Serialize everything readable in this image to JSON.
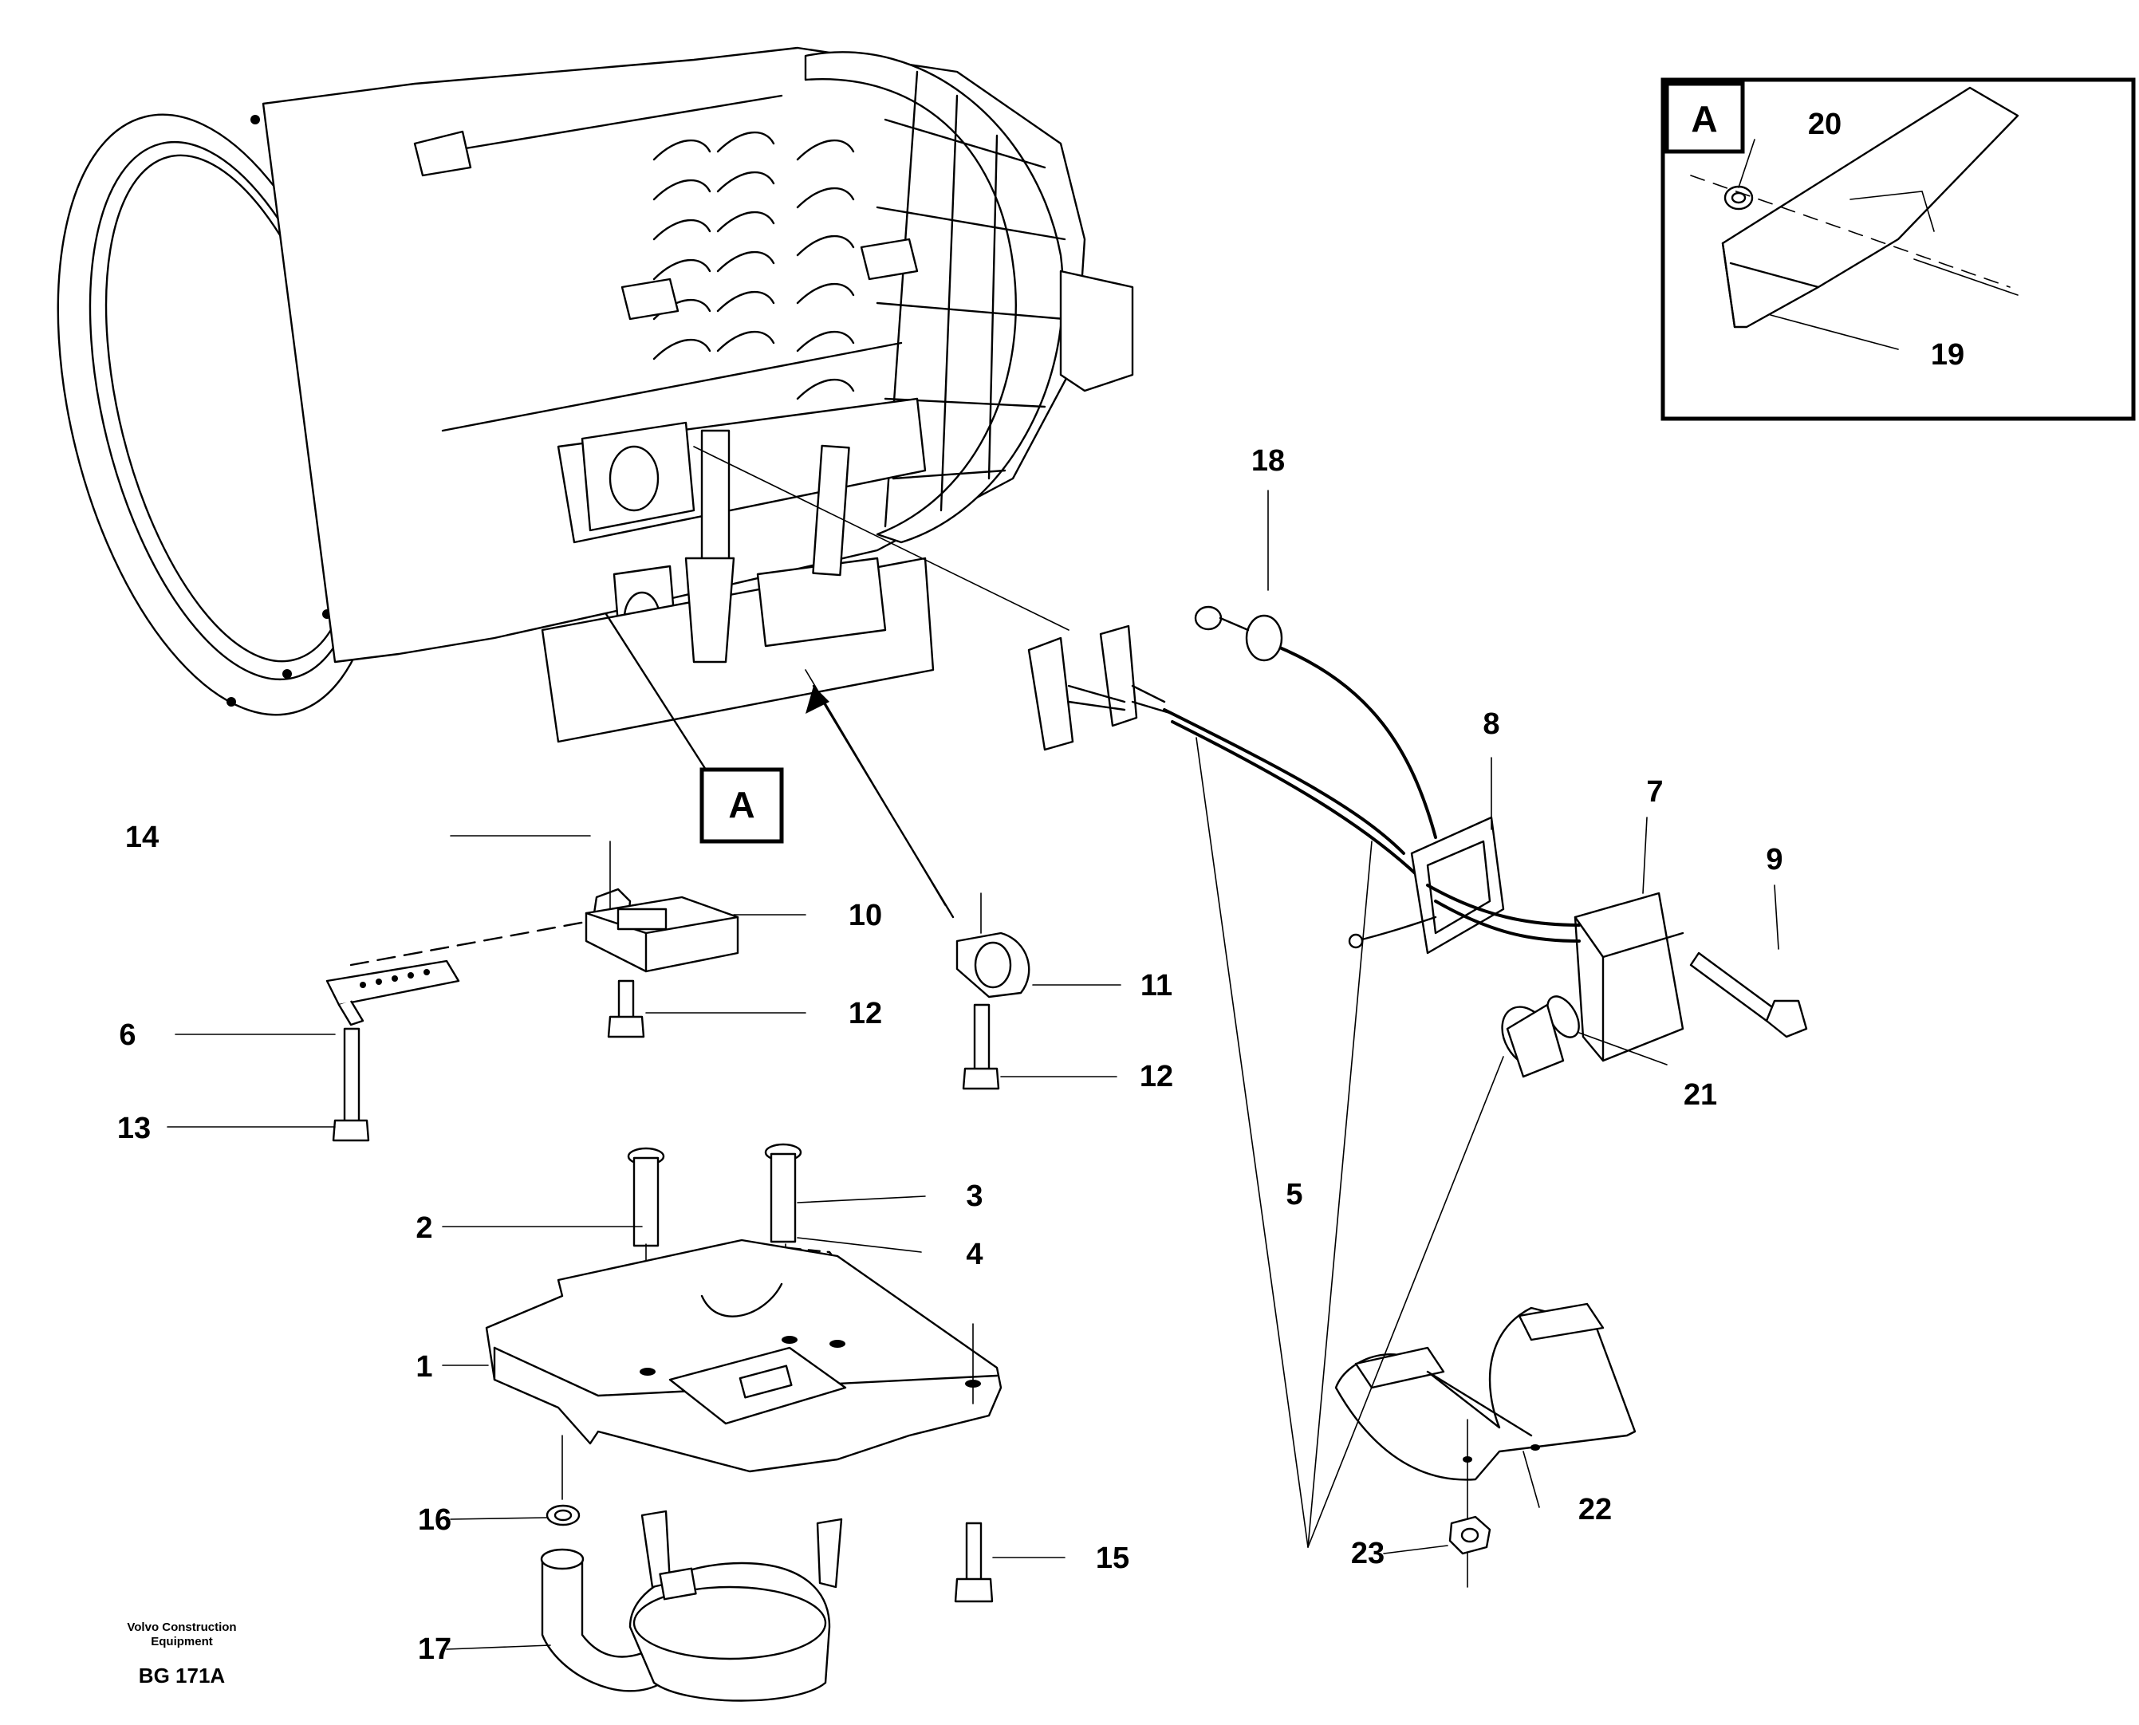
{
  "callouts": [
    "1",
    "2",
    "3",
    "4",
    "5",
    "6",
    "7",
    "8",
    "9",
    "10",
    "11",
    "12",
    "12",
    "13",
    "14",
    "15",
    "16",
    "17",
    "18",
    "19",
    "20",
    "21",
    "22",
    "23"
  ],
  "view_marker": "A",
  "footer": {
    "company_line1": "Volvo Construction",
    "company_line2": "Equipment",
    "figure_code": "BG 171A"
  }
}
